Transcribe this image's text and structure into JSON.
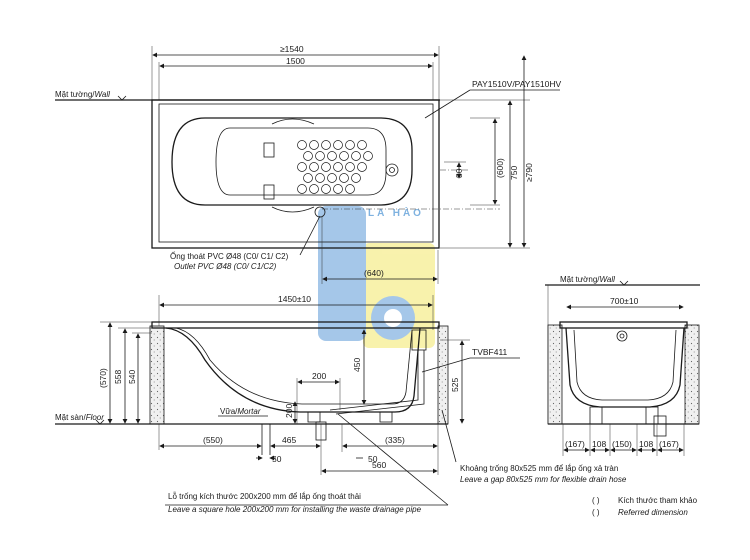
{
  "top_view": {
    "model_label": "PAY1510V/PAY1510HV",
    "dim_overall_width": "≥1540",
    "dim_width": "1500",
    "dim_750": "750",
    "dim_600": "(600)",
    "dim_overall_depth": "≥790",
    "dim_80": "80",
    "dim_640": "(640)",
    "wall_label": "Mặt tường/",
    "wall_label_en": "Wall",
    "outlet_vi": "Ống thoát PVC Ø48 (C0/ C1/ C2)",
    "outlet_en": "Outlet PVC Ø48 (C0/ C1/C2)"
  },
  "side_view": {
    "dim_length": "1450±10",
    "dim_570": "(570)",
    "dim_558": "558",
    "dim_540": "540",
    "dim_450": "450",
    "dim_525": "525",
    "dim_200a": "200",
    "dim_200b": "200",
    "dim_465": "465",
    "dim_550": "(550)",
    "dim_50a": "50",
    "dim_50b": "50",
    "dim_335": "(335)",
    "dim_560": "560",
    "drain_model": "TVBF411",
    "floor_label": "Mặt sàn/",
    "floor_label_en": "Floor",
    "mortar_label": "Vữa/",
    "mortar_label_en": "Mortar"
  },
  "end_view": {
    "wall_label": "Mặt tường/",
    "wall_label_en": "Wall",
    "dim_width": "700±10",
    "dim_167a": "(167)",
    "dim_108a": "108",
    "dim_150": "(150)",
    "dim_108b": "108",
    "dim_167b": "(167)"
  },
  "notes": {
    "gap_vi": "Khoảng trống 80x525 mm để lắp ống xả tràn",
    "gap_en": "Leave a gap 80x525 mm for flexible drain hose",
    "hole_vi": "Lỗ trống kích thước 200x200 mm để lắp ống thoát thải",
    "hole_en": "Leave a square hole  200x200 mm for installing the waste drainage pipe",
    "ref_symbol": "(      )",
    "ref_vi": "Kích thước tham khảo",
    "ref_en": "Referred dimension"
  },
  "watermark": {
    "text": "LA HÀO",
    "colors": {
      "blue": "#5c9ad8",
      "yellow": "#f4e86a"
    }
  }
}
